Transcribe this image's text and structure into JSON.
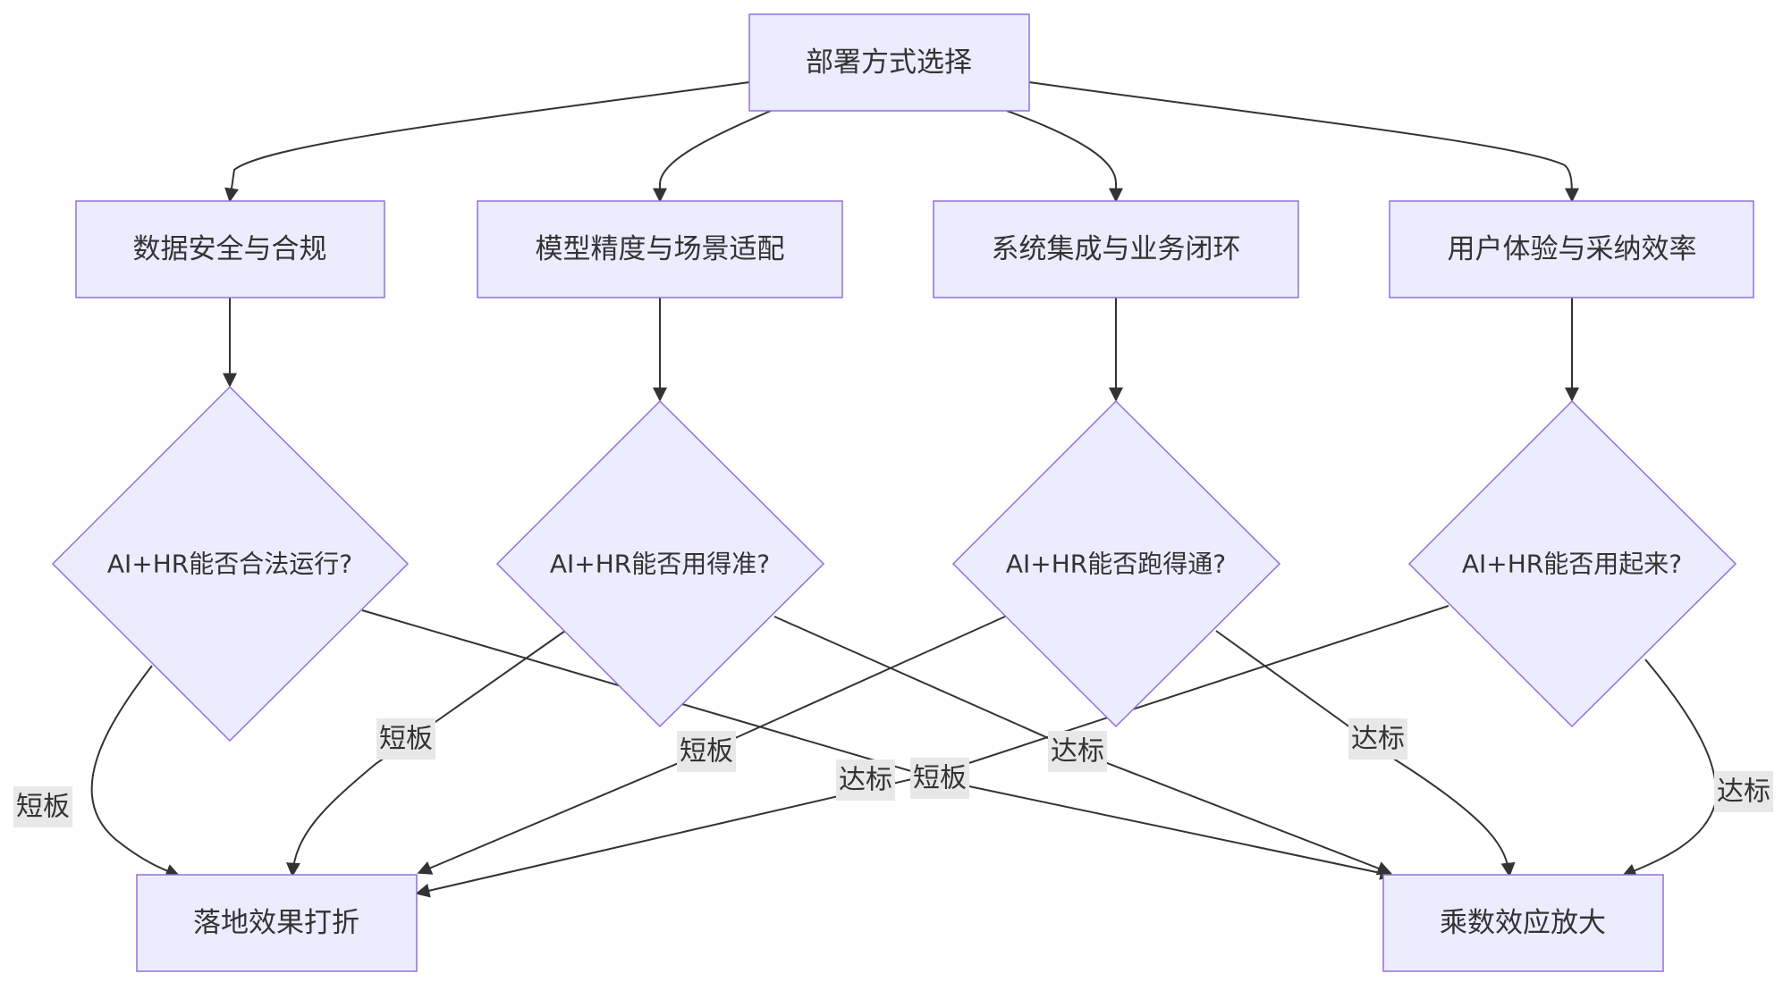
{
  "colors": {
    "node_fill": "#ececff",
    "node_stroke": "#9370db",
    "edge": "#333333",
    "label_bg": "#e8e8e8",
    "text": "#333333"
  },
  "nodes": {
    "root": "部署方式选择",
    "data_security": "数据安全与合规",
    "model_accuracy": "模型精度与场景适配",
    "system_integration": "系统集成与业务闭环",
    "user_experience": "用户体验与采纳效率",
    "q_legal": "AI+HR能否合法运行?",
    "q_accurate": "AI+HR能否用得准?",
    "q_run": "AI+HR能否跑得通?",
    "q_adopt": "AI+HR能否用起来?",
    "result_discount": "落地效果打折",
    "result_multiply": "乘数效应放大"
  },
  "edge_labels": {
    "legal_short": "短板",
    "legal_pass": "达标",
    "accurate_short": "短板",
    "accurate_pass": "达标",
    "run_short": "短板",
    "run_pass": "达标",
    "adopt_short": "短板",
    "adopt_pass": "达标"
  }
}
